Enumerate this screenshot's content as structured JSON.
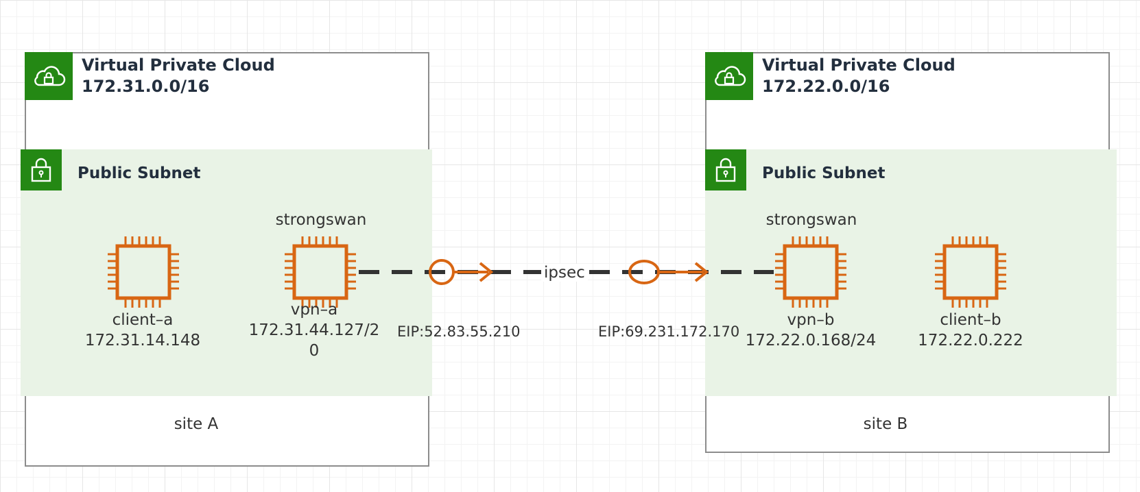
{
  "site_a": {
    "vpc_title": "Virtual Private Cloud",
    "vpc_cidr": "172.31.0.0/16",
    "subnet_title": "Public Subnet",
    "site_label": "site A",
    "client": {
      "name": "client–a",
      "ip": "172.31.14.148"
    },
    "vpn": {
      "role": "strongswan",
      "name": "vpn–a",
      "ip_line1": "172.31.44.127/2",
      "ip_line2": "0",
      "eip": "EIP:52.83.55.210"
    }
  },
  "site_b": {
    "vpc_title": "Virtual Private Cloud",
    "vpc_cidr": "172.22.0.0/16",
    "subnet_title": "Public Subnet",
    "site_label": "site B",
    "client": {
      "name": "client–b",
      "ip": "172.22.0.222"
    },
    "vpn": {
      "role": "strongswan",
      "name": "vpn–b",
      "ip": "172.22.0.168/24",
      "eip": "EIP:69.231.172.170"
    }
  },
  "tunnel": {
    "label": "ipsec"
  },
  "colors": {
    "aws_green": "#248814",
    "subnet_fill": "#e9f3e6",
    "instance_orange": "#d86613",
    "link_dark": "#333333",
    "box_border": "#8c8c8c"
  },
  "icons": {
    "vpc": "cloud-lock-icon",
    "subnet": "padlock-icon",
    "instance": "ec2-chip-icon"
  }
}
